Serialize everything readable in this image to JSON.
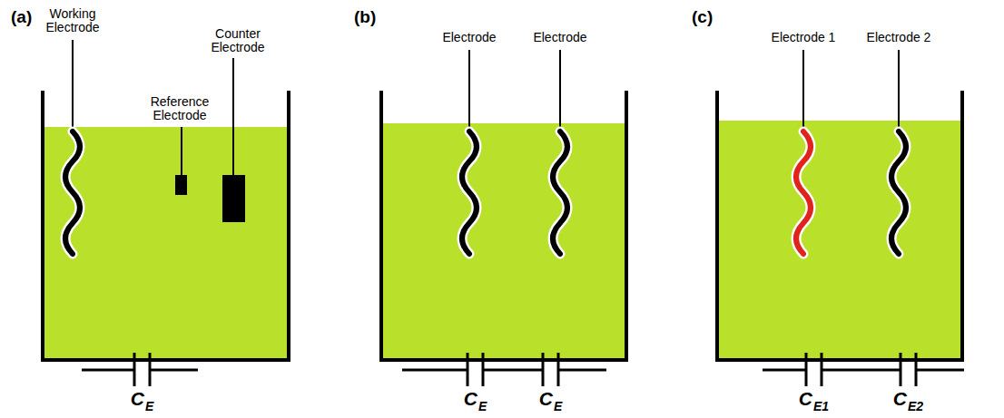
{
  "diagram": {
    "labels": [
      "(a)",
      "Working Electrode",
      "Reference Electrode",
      "Counter Electrode",
      "C",
      "E",
      "(b)",
      "Electrode",
      "Electrode",
      "C",
      "E",
      "C",
      "E",
      "(c)",
      "Electrode 1",
      "Electrode 2",
      "C",
      "E1",
      "C",
      "E2"
    ]
  }
}
